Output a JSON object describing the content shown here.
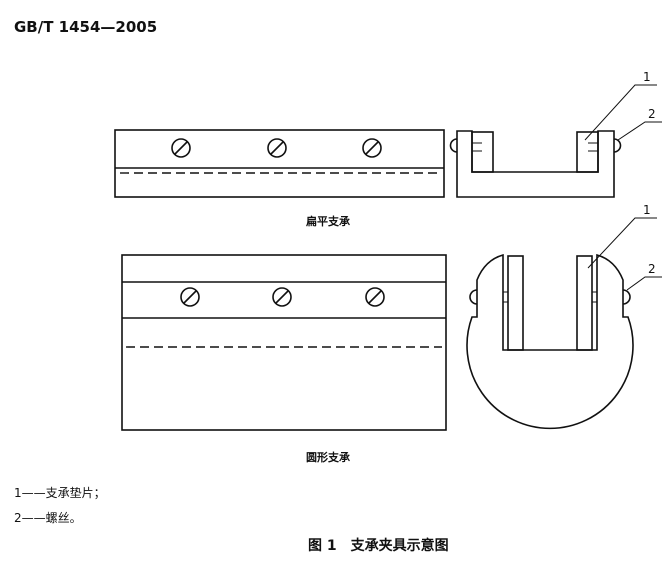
{
  "header": {
    "standard_code": "GB/T 1454—2005"
  },
  "figure": {
    "caption_flat": "扁平支承",
    "caption_round": "圆形支承",
    "callouts": {
      "one": "1",
      "two": "2"
    },
    "title": "图 1　支承夹具示意图"
  },
  "legend": [
    {
      "text": "1——支承垫片；"
    },
    {
      "text": "2——螺丝。"
    }
  ]
}
